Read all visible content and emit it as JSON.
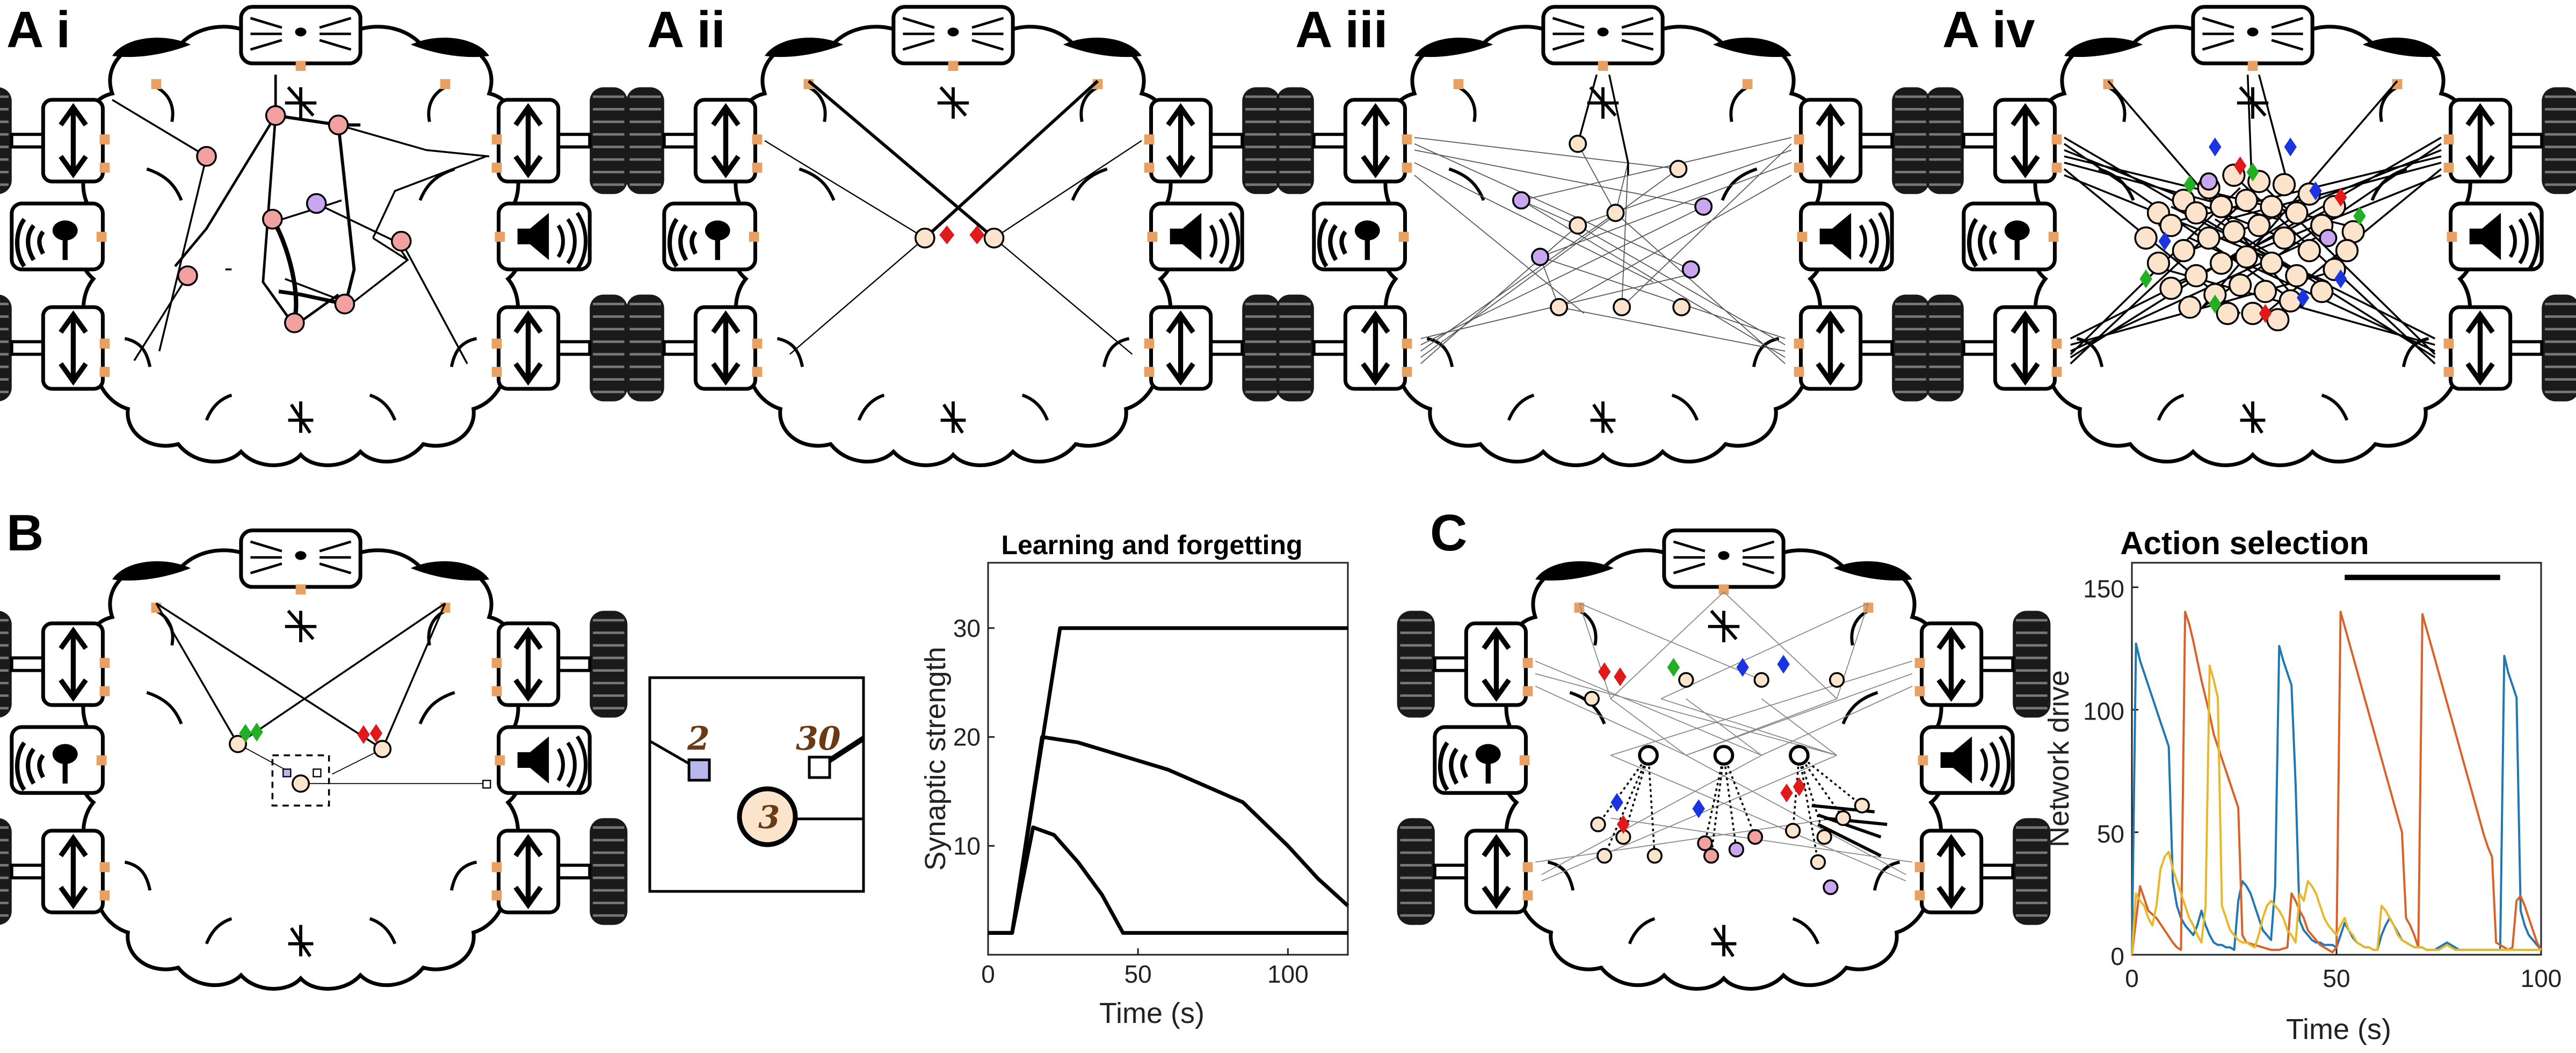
{
  "panels": {
    "a1": "A i",
    "a2": "A ii",
    "a3": "A iii",
    "a4": "A iv",
    "b": "B",
    "c": "C"
  },
  "inset": {
    "label_left": "2",
    "label_right": "30",
    "neuron_label": "3"
  },
  "colors": {
    "neuron_fill": "#fbe3cc",
    "sensor": "#e8a162",
    "red": "#e01a1a",
    "green": "#22b022",
    "blue": "#1a35e0",
    "purple": "#c9a6f0",
    "pink": "#f2a0a0",
    "line_blue": "#1f77b4",
    "line_orange": "#d9622b",
    "line_yellow": "#e8b828"
  },
  "chart_data": [
    {
      "type": "line",
      "title": "Learning and forgetting",
      "xlabel": "Time (s)",
      "ylabel": "Synaptic strength",
      "xlim": [
        0,
        120
      ],
      "ylim": [
        0,
        36
      ],
      "xticks": [
        "0",
        "50",
        "100"
      ],
      "yticks": [
        "10",
        "20",
        "30"
      ],
      "grid": false,
      "series": [
        {
          "x": [
            0,
            8,
            24,
            120
          ],
          "y": [
            2,
            2,
            30,
            30
          ]
        },
        {
          "x": [
            0,
            8,
            18,
            30,
            60,
            85,
            100,
            110,
            116,
            120
          ],
          "y": [
            2,
            2,
            20,
            19.5,
            17,
            14,
            10,
            7,
            5.5,
            4.5
          ]
        },
        {
          "x": [
            0,
            8,
            15,
            22,
            30,
            38,
            43,
            45,
            120
          ],
          "y": [
            2,
            2,
            11.7,
            11,
            8.5,
            5.5,
            3,
            2,
            2
          ]
        }
      ]
    },
    {
      "type": "line",
      "title": "Action selection",
      "xlabel": "Time (s)",
      "ylabel": "Network drive",
      "xlim": [
        0,
        100
      ],
      "ylim": [
        0,
        160
      ],
      "xticks": [
        "0",
        "50",
        "100"
      ],
      "yticks": [
        "0",
        "50",
        "100",
        "150"
      ],
      "grid": false,
      "annotation": {
        "type": "bar",
        "x": [
          52,
          90
        ],
        "y": 154
      },
      "series": [
        {
          "x": [
            0,
            1,
            2,
            3,
            4,
            5,
            6,
            7,
            8,
            9,
            10,
            11,
            12,
            13,
            14,
            15,
            16,
            17,
            18,
            19,
            20,
            21,
            22,
            23,
            24,
            25,
            26,
            27,
            28,
            29,
            30,
            31,
            32,
            33,
            34,
            35,
            36,
            37,
            38,
            39,
            40,
            41,
            42,
            43,
            44,
            45,
            46,
            47,
            48,
            49,
            50,
            51,
            52,
            53,
            54,
            55,
            56,
            57,
            58,
            59,
            60,
            61,
            62,
            63,
            64,
            65,
            66,
            67,
            68,
            69,
            70,
            71,
            72,
            73,
            74,
            75,
            76,
            77,
            78,
            79,
            80,
            81,
            82,
            83,
            84,
            85,
            86,
            87,
            88,
            89,
            90,
            91,
            92,
            93,
            94,
            95,
            96,
            97,
            98,
            99,
            100
          ],
          "y": [
            0,
            127,
            120,
            115,
            110,
            105,
            100,
            95,
            90,
            85,
            30,
            20,
            15,
            12,
            10,
            8,
            12,
            18,
            12,
            8,
            5,
            4,
            4,
            3,
            3,
            2,
            22,
            30,
            28,
            25,
            20,
            15,
            10,
            8,
            6,
            28,
            126,
            120,
            115,
            110,
            70,
            14,
            10,
            8,
            6,
            5,
            5,
            4,
            4,
            4,
            3,
            8,
            13,
            10,
            7,
            5,
            4,
            3,
            3,
            2,
            2,
            8,
            12,
            15,
            12,
            9,
            6,
            5,
            4,
            3,
            3,
            3,
            2,
            2,
            2,
            3,
            4,
            5,
            4,
            3,
            2,
            2,
            2,
            2,
            2,
            2,
            2,
            2,
            2,
            2,
            2,
            122,
            115,
            110,
            105,
            18,
            12,
            8,
            6,
            4,
            2
          ]
        },
        {
          "x": [
            0,
            2,
            4,
            6,
            8,
            10,
            11,
            12,
            13,
            14,
            15,
            16,
            17,
            18,
            19,
            20,
            21,
            22,
            23,
            24,
            25,
            26,
            27,
            28,
            30,
            32,
            34,
            36,
            38,
            39,
            40,
            41,
            42,
            43,
            44,
            45,
            46,
            47,
            48,
            49,
            50,
            51,
            52,
            53,
            54,
            55,
            56,
            57,
            58,
            59,
            60,
            61,
            62,
            63,
            64,
            65,
            66,
            67,
            68,
            69,
            70,
            71,
            72,
            73,
            74,
            75,
            76,
            77,
            78,
            79,
            80,
            81,
            82,
            83,
            84,
            85,
            86,
            87,
            88,
            89,
            90,
            91,
            92,
            93,
            94,
            95,
            96,
            97,
            98,
            99,
            100
          ],
          "y": [
            0,
            28,
            18,
            15,
            10,
            5,
            3,
            2,
            140,
            135,
            128,
            120,
            112,
            105,
            98,
            90,
            85,
            80,
            75,
            70,
            65,
            60,
            8,
            5,
            4,
            3,
            2,
            2,
            3,
            25,
            22,
            18,
            15,
            10,
            8,
            6,
            4,
            3,
            2,
            1,
            3,
            140,
            134,
            128,
            122,
            116,
            110,
            104,
            98,
            92,
            86,
            80,
            74,
            68,
            62,
            56,
            50,
            15,
            12,
            8,
            3,
            139,
            133,
            127,
            121,
            115,
            109,
            103,
            97,
            91,
            85,
            79,
            73,
            67,
            61,
            55,
            49,
            44,
            40,
            5,
            4,
            3,
            2,
            3,
            22,
            24,
            20,
            15,
            10,
            5,
            2
          ]
        },
        {
          "x": [
            0,
            1,
            2,
            3,
            4,
            5,
            6,
            7,
            8,
            9,
            10,
            11,
            12,
            13,
            14,
            15,
            16,
            17,
            18,
            19,
            20,
            21,
            22,
            23,
            24,
            25,
            26,
            27,
            28,
            29,
            30,
            31,
            32,
            33,
            34,
            35,
            36,
            37,
            38,
            39,
            40,
            41,
            42,
            43,
            44,
            45,
            46,
            47,
            48,
            49,
            50,
            51,
            52,
            53,
            54,
            55,
            56,
            57,
            58,
            59,
            60,
            61,
            62,
            63,
            64,
            65,
            66,
            67,
            68,
            69,
            70,
            71,
            72,
            73,
            74,
            75,
            76,
            77,
            78,
            79,
            80,
            81,
            82,
            83,
            84,
            85,
            86,
            87,
            88,
            89,
            90,
            91,
            92,
            93,
            94,
            95,
            96,
            97,
            98,
            99,
            100
          ],
          "y": [
            0,
            25,
            22,
            20,
            15,
            12,
            20,
            35,
            40,
            42,
            35,
            30,
            25,
            20,
            15,
            12,
            8,
            5,
            20,
            118,
            112,
            105,
            20,
            15,
            10,
            8,
            6,
            5,
            5,
            4,
            3,
            8,
            15,
            20,
            22,
            20,
            18,
            15,
            10,
            8,
            5,
            25,
            22,
            30,
            28,
            25,
            20,
            15,
            12,
            10,
            8,
            12,
            15,
            10,
            8,
            5,
            4,
            3,
            3,
            2,
            2,
            20,
            18,
            15,
            12,
            8,
            6,
            5,
            4,
            3,
            3,
            3,
            2,
            2,
            2,
            2,
            3,
            4,
            3,
            2,
            2,
            2,
            2,
            2,
            2,
            2,
            2,
            2,
            2,
            2,
            2,
            2,
            2,
            2,
            2,
            2,
            2,
            2,
            2,
            2,
            2
          ]
        }
      ]
    }
  ]
}
